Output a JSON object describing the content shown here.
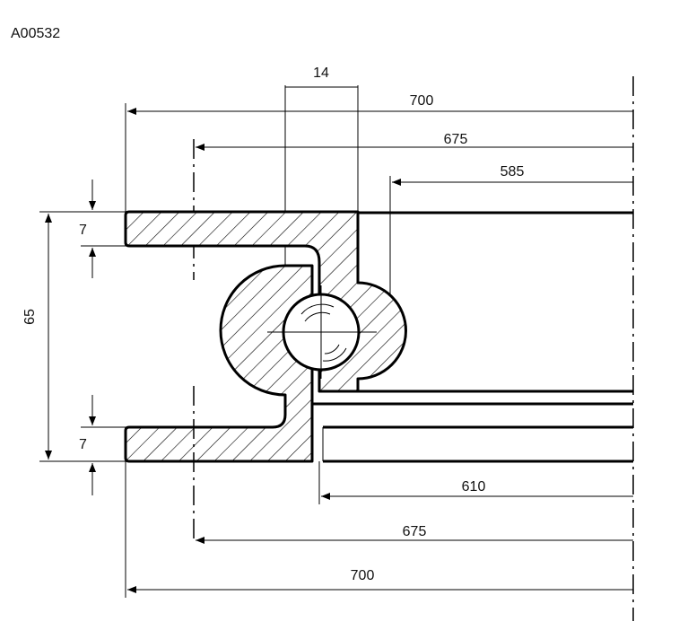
{
  "drawing_code": "A00532",
  "dimensions": {
    "top_gap": "14",
    "outer_top": "700",
    "hole_circle_top": "675",
    "inner_top": "585",
    "flange_top": "7",
    "height": "65",
    "flange_bottom": "7",
    "inner_bottom": "610",
    "hole_circle_bottom": "675",
    "outer_bottom": "700"
  }
}
